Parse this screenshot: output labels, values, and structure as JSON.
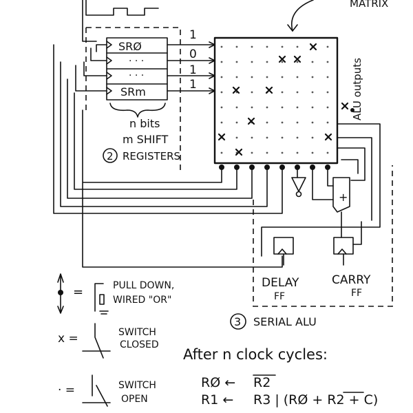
{
  "labels": {
    "matrix": "MATRIX",
    "sr0": "SRØ",
    "sr_dots1": "· · ·",
    "sr_dots2": "· · ·",
    "srm": "SRm",
    "bit1": "1",
    "bit0": "0",
    "bit1b": "1",
    "bit1c": "1",
    "n_bits": "n bits",
    "m_shift": "m SHIFT",
    "circled2": "2",
    "registers": "REGISTERS",
    "alu_outputs": "ALU outputs",
    "delay_ff_1": "DELAY",
    "delay_ff_2": "FF",
    "carry_ff_1": "CARRY",
    "carry_ff_2": "FF",
    "circled3": "3",
    "serial_alu": "SERIAL ALU",
    "legend_pull_1": "PULL DOWN,",
    "legend_pull_2": "WIRED \"OR\"",
    "legend_closed_1": "SWITCH",
    "legend_closed_2": "CLOSED",
    "legend_open_1": "SWITCH",
    "legend_open_2": "OPEN",
    "legend_x": "x =",
    "legend_eq1": "=",
    "legend_dot": "· =",
    "after": "After n clock cycles:",
    "eq1_lhs": "RØ ←",
    "eq1_rhs": "R2",
    "eq2_lhs": "R1 ←",
    "eq2_rhs": "R3 | (RØ + R2 + C)",
    "plus": "+"
  }
}
